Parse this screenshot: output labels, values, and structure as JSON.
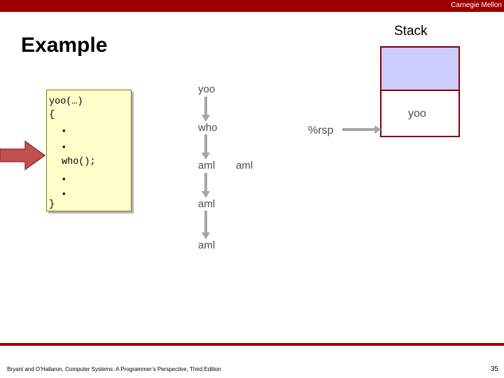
{
  "banner": {
    "institution": "Carnegie Mellon"
  },
  "slide": {
    "title": "Example",
    "stack_label": "Stack",
    "code": {
      "line1": "yoo(…)",
      "line2": "{",
      "line3": "who();",
      "line4": "}",
      "bullets": [
        "•",
        "•",
        "•",
        "•"
      ]
    },
    "chain": {
      "yoo": "yoo",
      "who": "who",
      "aml_left_1": "aml",
      "aml_right_1": "aml",
      "aml_left_2": "aml",
      "aml_left_3": "aml"
    },
    "stack": {
      "frame_label": "yoo",
      "pointer_label": "%rsp"
    },
    "icons": {
      "red_arrow": "right-arrow-icon",
      "chain_arrow": "down-arrow-icon",
      "rsp_arrow": "right-arrow-icon"
    },
    "colors": {
      "banner": "#9B0000",
      "code_bg": "#FFFFCC",
      "stack_fill": "#CCCCFF",
      "stack_border": "#800000",
      "arrow_gray": "#A6A6A6",
      "red_arrow": "#C00000"
    }
  },
  "footer": {
    "citation": "Bryant and O’Hallaron, Computer Systems: A Programmer’s Perspective, Third Edition",
    "slide_number": "35"
  }
}
